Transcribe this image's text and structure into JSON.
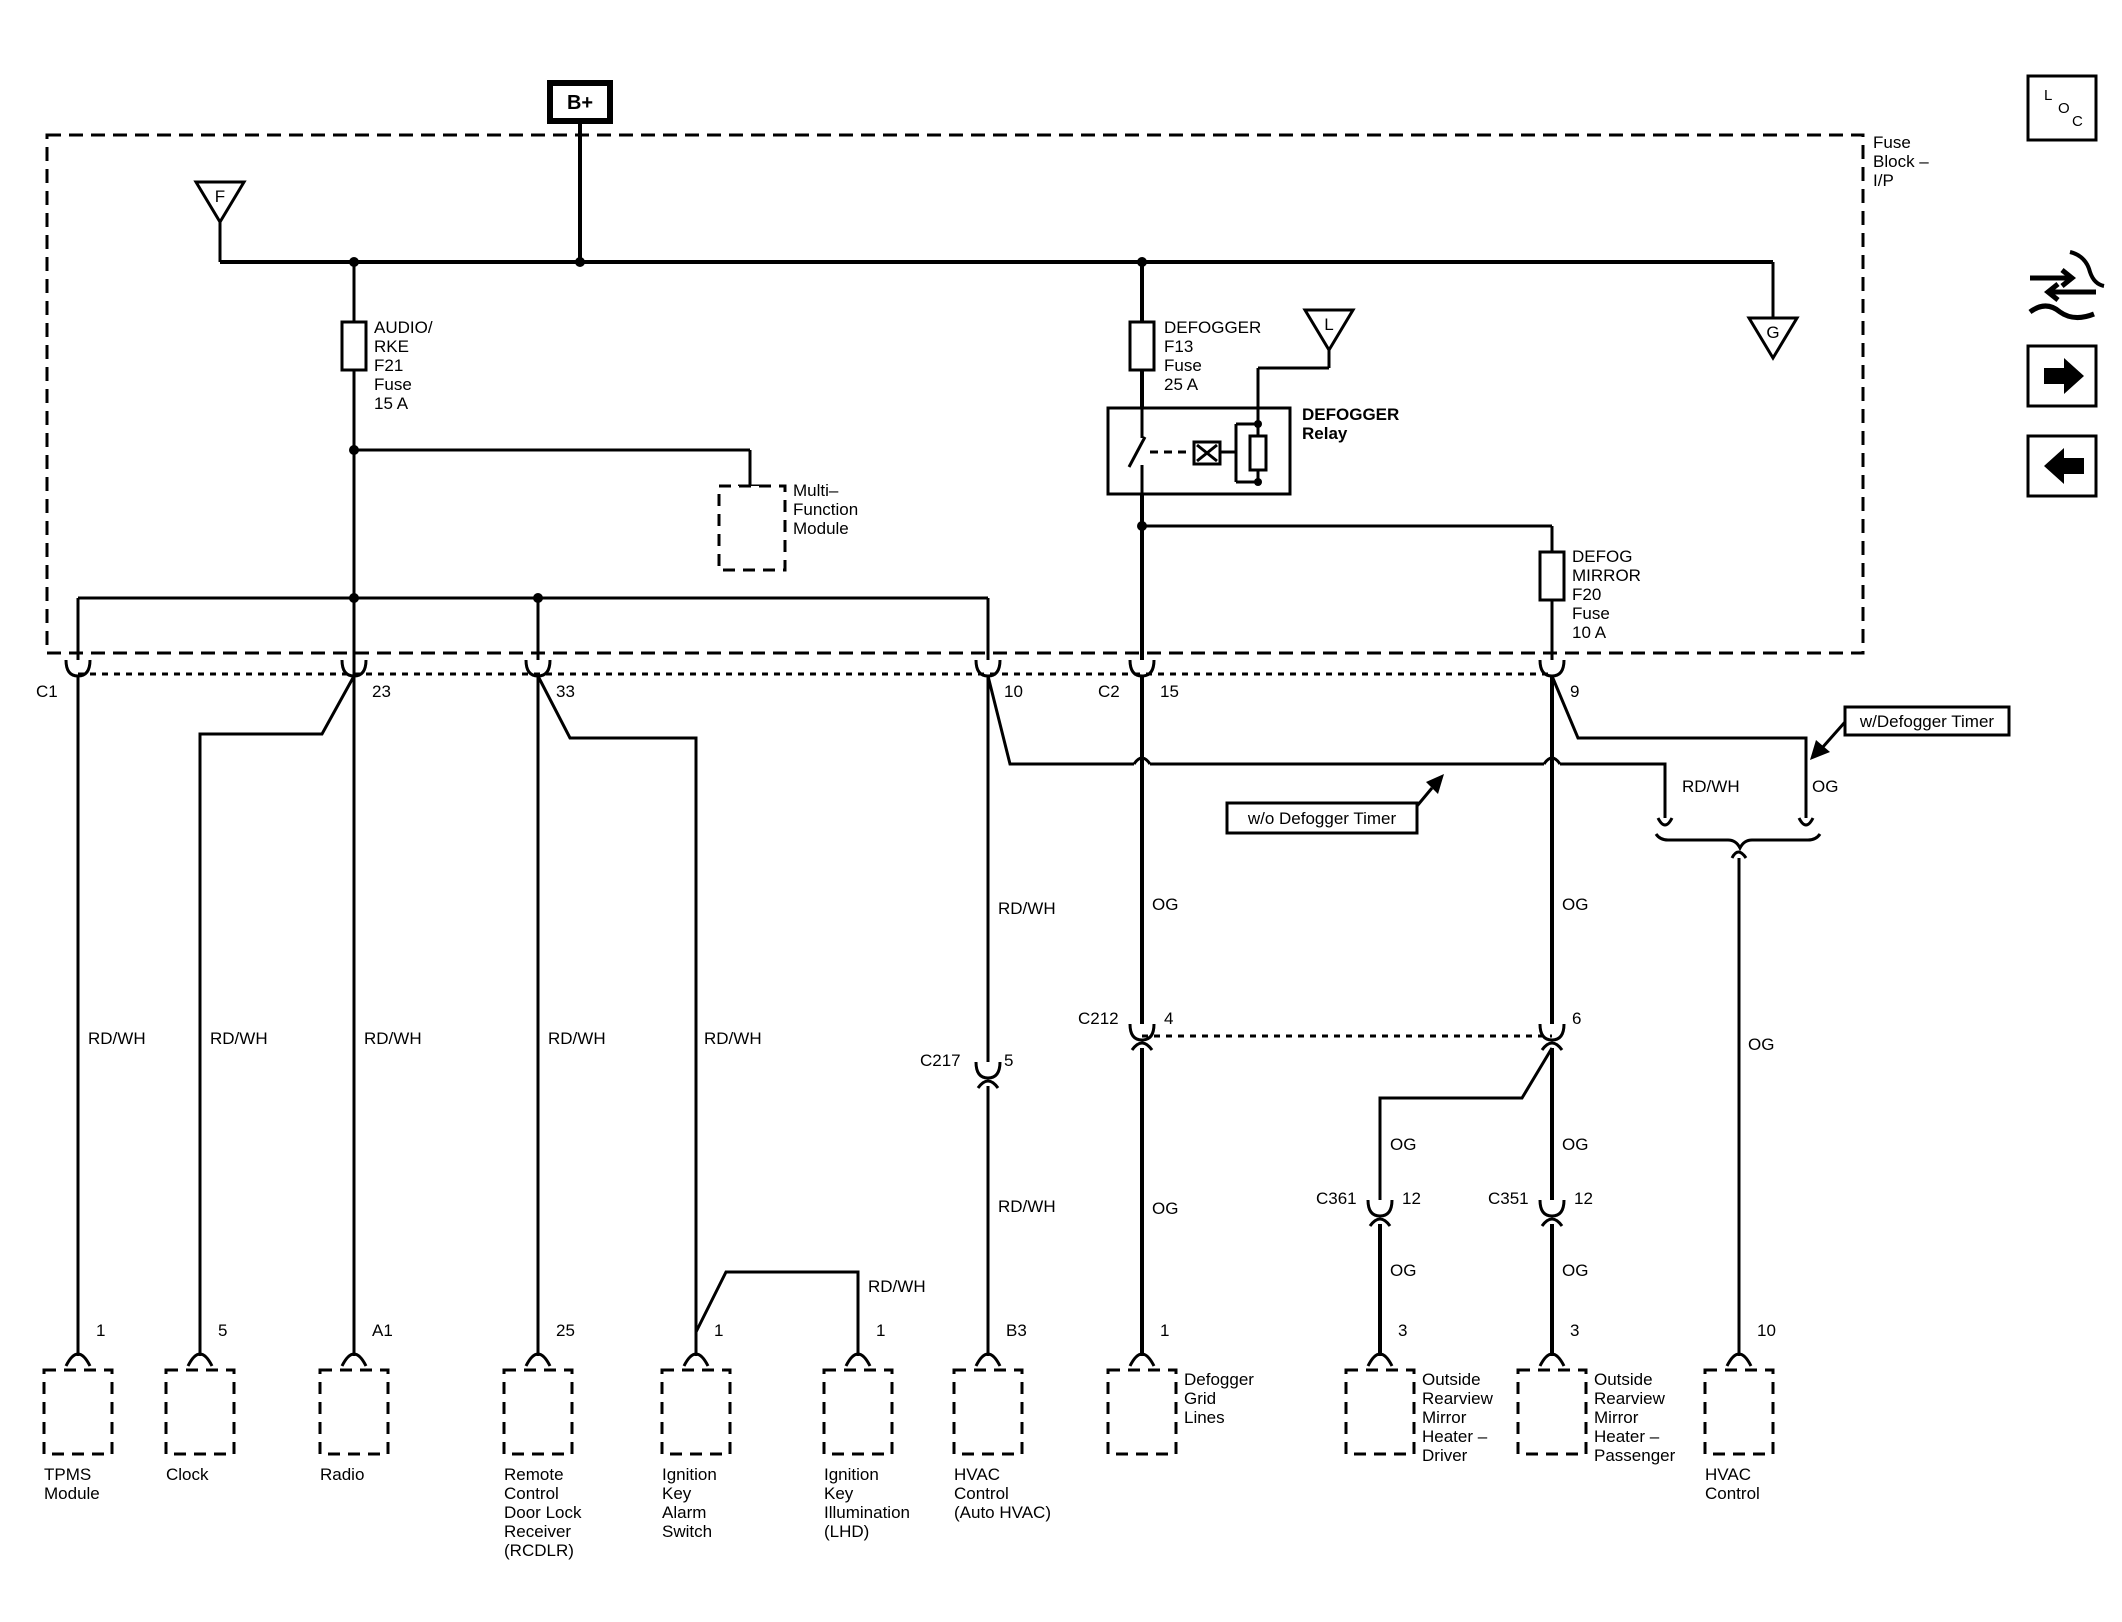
{
  "diagram": {
    "fuse_block_label": [
      "Fuse",
      "Block –",
      "I/P"
    ],
    "power_source": "B+",
    "flags": {
      "f": "F",
      "g": "G",
      "l": "L"
    },
    "fuses": {
      "f21": [
        "AUDIO/",
        "RKE",
        "F21",
        "Fuse",
        "15 A"
      ],
      "f13": [
        "DEFOGGER",
        "F13",
        "Fuse",
        "25 A"
      ],
      "f20": [
        "DEFOG",
        "MIRROR",
        "F20",
        "Fuse",
        "10 A"
      ]
    },
    "relay": [
      "DEFOGGER",
      "Relay"
    ],
    "mfm": [
      "Multi–",
      "Function",
      "Module"
    ],
    "connectors": {
      "c1": "C1",
      "c2": "C2",
      "c212": "C212",
      "c217": "C217",
      "c351": "C351",
      "c361": "C361"
    },
    "pins": {
      "p23": "23",
      "p33": "33",
      "p10": "10",
      "p15": "15",
      "p9": "9",
      "p4": "4",
      "p6": "6",
      "p5": "5",
      "p12a": "12",
      "p12b": "12",
      "tpms": "1",
      "clock": "5",
      "radio": "A1",
      "rcdlr": "25",
      "alarm": "1",
      "illum": "1",
      "hvac_auto": "B3",
      "grid": "1",
      "mirror_drv": "3",
      "mirror_pass": "3",
      "hvac": "10"
    },
    "wires": {
      "rdwh": "RD/WH",
      "og": "OG"
    },
    "callouts": {
      "w_timer": "w/Defogger Timer",
      "wo_timer": "w/o Defogger Timer"
    },
    "components": {
      "tpms": [
        "TPMS",
        "Module"
      ],
      "clock": [
        "Clock"
      ],
      "radio": [
        "Radio"
      ],
      "rcdlr": [
        "Remote",
        "Control",
        "Door Lock",
        "Receiver",
        "(RCDLR)"
      ],
      "alarm": [
        "Ignition",
        "Key",
        "Alarm",
        "Switch"
      ],
      "illum": [
        "Ignition",
        "Key",
        "Illumination",
        "(LHD)"
      ],
      "hvac_auto": [
        "HVAC",
        "Control",
        "(Auto HVAC)"
      ],
      "grid": [
        "Defogger",
        "Grid",
        "Lines"
      ],
      "mirror_drv": [
        "Outside",
        "Rearview",
        "Mirror",
        "Heater –",
        "Driver"
      ],
      "mirror_pass": [
        "Outside",
        "Rearview",
        "Mirror",
        "Heater –",
        "Passenger"
      ],
      "hvac": [
        "HVAC",
        "Control"
      ]
    },
    "nav": {
      "loc_icon": "location-view-icon",
      "connector_icon": "connector-view-icon",
      "next_icon": "next-page-arrow-icon",
      "prev_icon": "previous-page-arrow-icon"
    }
  }
}
